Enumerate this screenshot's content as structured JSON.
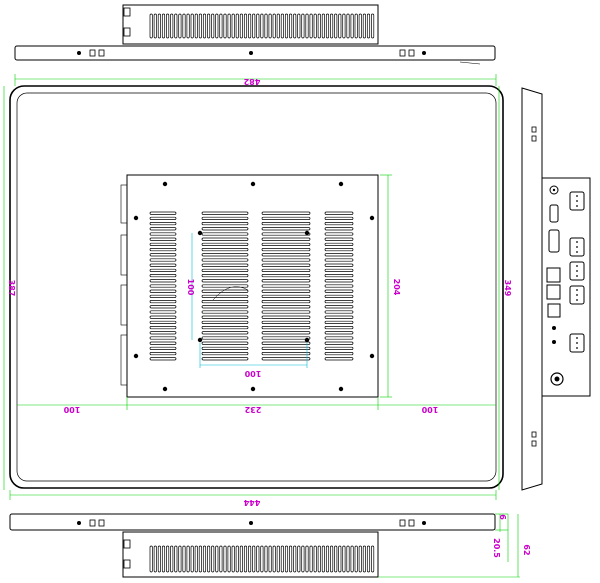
{
  "dimensions": {
    "top_width": "482",
    "overall_height": "387",
    "display_height": "349",
    "bottom_width": "444",
    "vesa_horizontal": "100",
    "vesa_vertical": "100",
    "box_height": "204",
    "left_offset": "100",
    "box_width": "232",
    "right_offset": "100",
    "bezel_depth": "6",
    "bracket_depth": "20.5",
    "total_depth": "62"
  },
  "colors": {
    "dimension_text": "#cc00cc",
    "extension_lines": "#00d000",
    "vesa_lines": "#00bcd4",
    "outline": "#000000"
  }
}
